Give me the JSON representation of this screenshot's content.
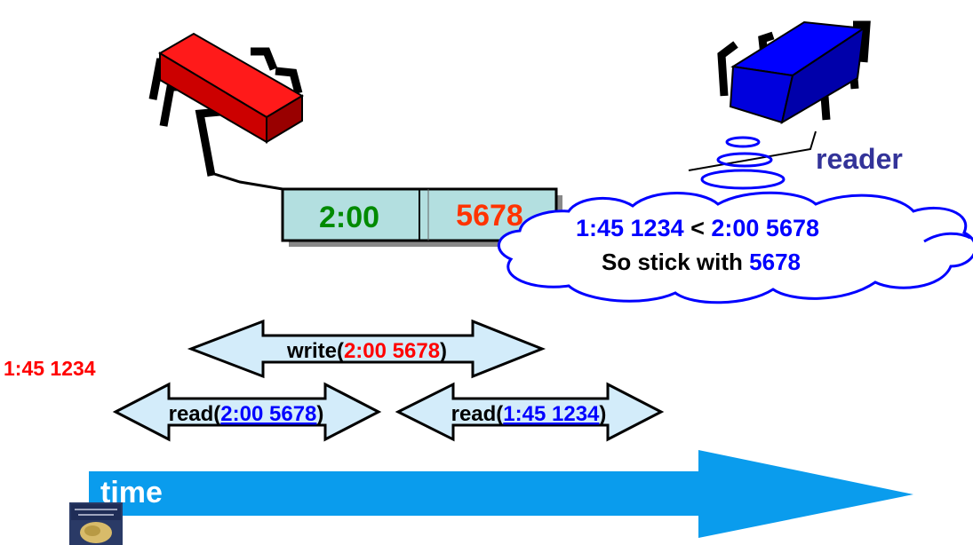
{
  "register": {
    "timestamp": "2:00",
    "value": "5678",
    "timestamp_color": "#008a00",
    "value_color": "#ff3300",
    "fill_color": "#b3dfe0"
  },
  "writer": {
    "color": "#ff1a1a",
    "icon": "bug-icon"
  },
  "reader": {
    "label": "reader",
    "color": "#0000ff",
    "label_color": "#333399",
    "icon": "bug-icon"
  },
  "thought": {
    "line1": {
      "old": "1:45 1234",
      "op": " < ",
      "new": "2:00 5678"
    },
    "line2": {
      "prefix": "So stick with ",
      "value": "5678"
    },
    "border_color": "#0000ff"
  },
  "left_label": {
    "text": "1:45 1234",
    "color": "#ff0000"
  },
  "intervals": {
    "write": {
      "prefix": "write(",
      "arg": "2:00 5678",
      "suffix": ")",
      "arg_color": "#ff0000"
    },
    "read1": {
      "prefix": "read(",
      "arg": "2:00 5678",
      "suffix": ")",
      "arg_color": "#0000ff"
    },
    "read2": {
      "prefix": "read(",
      "arg": "1:45 1234",
      "suffix": ")",
      "arg_color": "#0000ff"
    },
    "fill_color": "#d3ecfa"
  },
  "time_arrow": {
    "label": "time",
    "color": "#0a9ced"
  }
}
